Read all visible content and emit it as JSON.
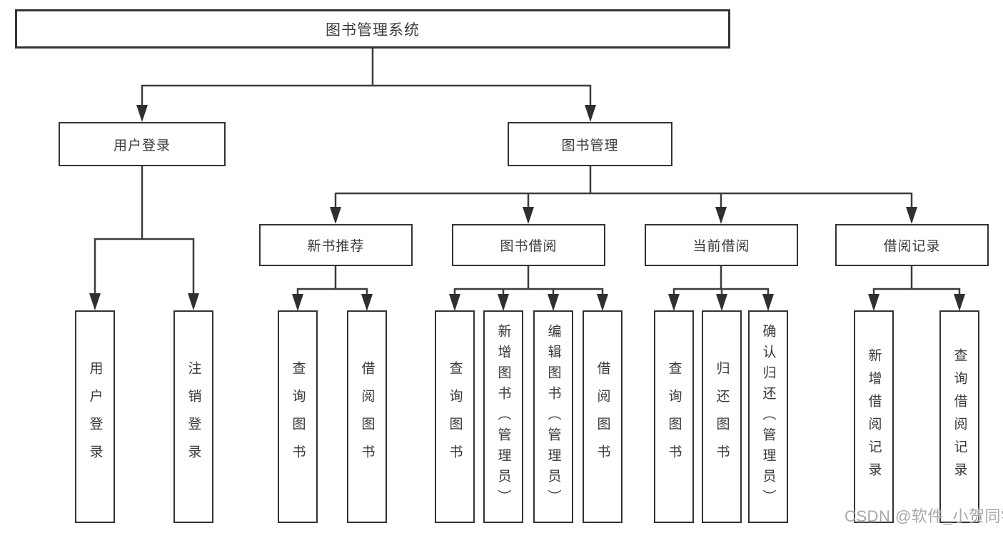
{
  "tree": {
    "label": "图书管理系统",
    "children": [
      {
        "label": "用户登录",
        "children": [
          {
            "label": "用户登录"
          },
          {
            "label": "注销登录"
          }
        ]
      },
      {
        "label": "图书管理",
        "children": [
          {
            "label": "新书推荐",
            "children": [
              {
                "label": "查询图书"
              },
              {
                "label": "借阅图书"
              }
            ]
          },
          {
            "label": "图书借阅",
            "children": [
              {
                "label": "查询图书"
              },
              {
                "label": "新增图书（管理员）"
              },
              {
                "label": "编辑图书（管理员）"
              },
              {
                "label": "借阅图书"
              }
            ]
          },
          {
            "label": "当前借阅",
            "children": [
              {
                "label": "查询图书"
              },
              {
                "label": "归还图书"
              },
              {
                "label": "确认归还（管理员）"
              }
            ]
          },
          {
            "label": "借阅记录",
            "children": [
              {
                "label": "新增借阅记录"
              },
              {
                "label": "查询借阅记录"
              }
            ]
          }
        ]
      }
    ]
  },
  "watermark": "CSDN @软件_小贺同学",
  "colors": {
    "line": "#3b3b3b",
    "text": "#3a3a3a",
    "background": "#ffffff",
    "watermark": "#a8a8a8"
  }
}
